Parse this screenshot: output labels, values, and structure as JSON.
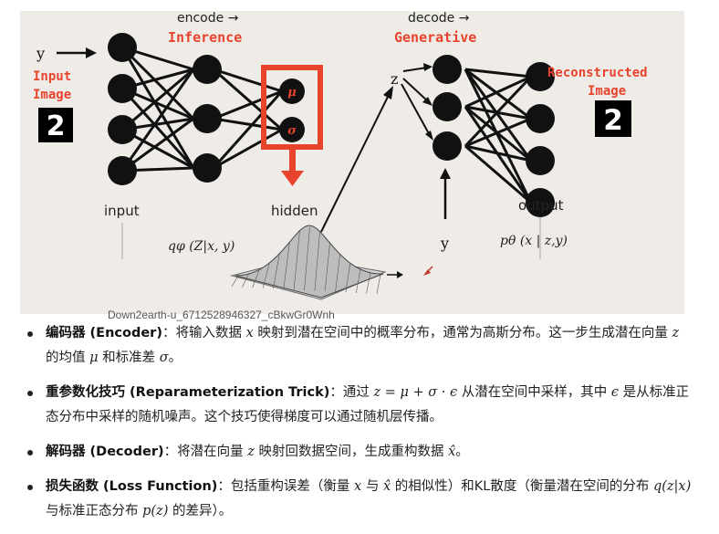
{
  "diagram": {
    "encode_label": "encode →",
    "inference_label": "Inference",
    "decode_label": "decode →",
    "generative_label": "Generative",
    "y_input_label": "y",
    "input_image_label_1": "Input",
    "input_image_label_2": "Image",
    "input_digit": "2",
    "reconstructed_label_1": "Reconstructed",
    "reconstructed_label_2": "Image",
    "output_digit": "2",
    "mu_label": "μ",
    "sigma_label": "σ",
    "z_label": "z",
    "y_decoder_label": "y",
    "input_label": "input",
    "hidden_label": "hidden",
    "output_label": "output",
    "q_formula": "qφ (Z|x, y)",
    "p_formula": "pθ (x | z,y)",
    "watermark": "Down2earth-u_6712528946327_cBkwGr0Wnh",
    "colors": {
      "accent_red": "#e8432d",
      "panel_bg": "#efece8",
      "node": "#111111"
    }
  },
  "bullets": [
    {
      "term": "编码器 (Encoder)",
      "parts": [
        "：将输入数据 ",
        "x",
        " 映射到潜在空间中的概率分布，通常为高斯分布。这一步生成潜在向量 ",
        "z",
        " 的均值 ",
        "μ",
        " 和标准差 ",
        "σ",
        "。"
      ]
    },
    {
      "term": "重参数化技巧 (Reparameterization Trick)",
      "parts": [
        "：通过 ",
        "z = μ + σ · ϵ",
        " 从潜在空间中采样，其中 ",
        "ϵ",
        " 是从标准正态分布中采样的随机噪声。这个技巧使得梯度可以通过随机层传播。"
      ]
    },
    {
      "term": "解码器 (Decoder)",
      "parts": [
        "：将潜在向量 ",
        "z",
        " 映射回数据空间，生成重构数据 ",
        "x̂",
        "。"
      ]
    },
    {
      "term": "损失函数 (Loss Function)",
      "parts": [
        "：包括重构误差（衡量 ",
        "x",
        " 与 ",
        "x̂",
        " 的相似性）和KL散度（衡量潜在空间的分布 ",
        "q(z|x)",
        " 与标准正态分布 ",
        "p(z)",
        " 的差异）。"
      ]
    }
  ]
}
